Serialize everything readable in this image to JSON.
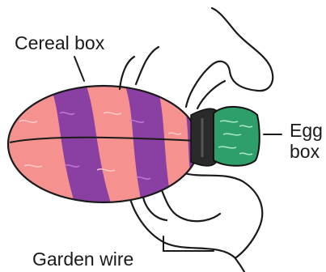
{
  "labels": {
    "cereal_box": "Cereal box",
    "garden_wire": "Garden wire",
    "egg_box_line1": "Egg",
    "egg_box_line2": "box"
  },
  "colors": {
    "pink": "#f5928f",
    "purple": "#8a3fa3",
    "dark": "#2a2a2a",
    "green": "#2e9e6a"
  }
}
